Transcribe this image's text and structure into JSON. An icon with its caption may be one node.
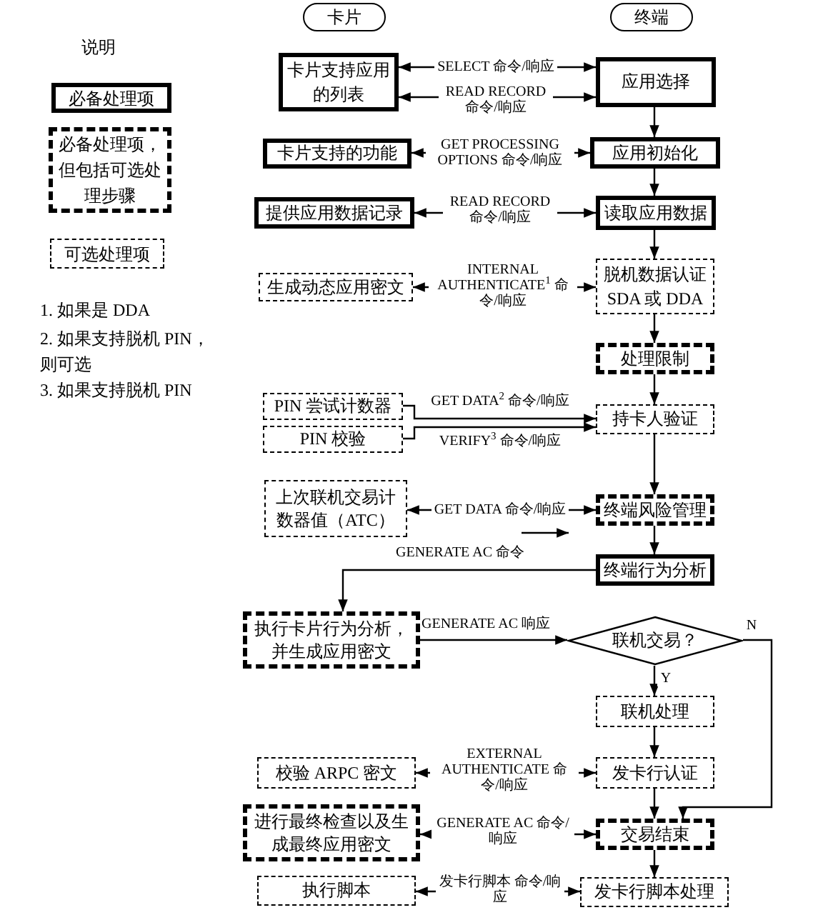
{
  "diagram": {
    "nodes": [
      {
        "text": [
          "卡片"
        ]
      },
      {
        "text": [
          "终端"
        ]
      },
      {
        "text": [
          "卡片支持应用的列表"
        ]
      },
      {
        "text": [
          "应用选择"
        ]
      },
      {
        "text": [
          "卡片支持的功能"
        ]
      },
      {
        "text": [
          "应用初始化"
        ]
      },
      {
        "text": [
          "提供应用数据记录"
        ]
      },
      {
        "text": [
          "读取应用数据"
        ]
      },
      {
        "text": [
          "生成动态应用密文"
        ]
      },
      {
        "text": [
          "脱机数据认证 SDA 或 DDA"
        ]
      },
      {
        "text": [
          "处理限制"
        ]
      },
      {
        "text": [
          "PIN 尝试计数器"
        ]
      },
      {
        "text": [
          "PIN 校验"
        ]
      },
      {
        "text": [
          "持卡人验证"
        ]
      },
      {
        "text": [
          "上次联机交易计数器值（ATC）"
        ]
      },
      {
        "text": [
          "终端风险管理"
        ]
      },
      {
        "text": [
          "终端行为分析"
        ]
      },
      {
        "text": [
          "执行卡片行为分析，并生成应用密文"
        ]
      },
      {
        "text": [
          "联机交易？"
        ]
      },
      {
        "text": [
          "联机处理"
        ]
      },
      {
        "text": [
          "校验 ARPC 密文"
        ]
      },
      {
        "text": [
          "发卡行认证"
        ]
      },
      {
        "text": [
          "进行最终检查以及生成最终应用密文"
        ]
      },
      {
        "text": [
          "交易结束"
        ]
      },
      {
        "text": [
          "执行脚本"
        ]
      },
      {
        "text": [
          "发卡行脚本处理"
        ]
      }
    ],
    "edges": [
      {
        "from": 3,
        "to": 2,
        "arrow": "both",
        "label": "SELECT 命令/响应"
      },
      {
        "from": 3,
        "to": 2,
        "arrow": "both",
        "label": "READ RECORD 命令/响应"
      },
      {
        "from": 5,
        "to": 4,
        "arrow": "both",
        "label": "GET PROCESSING OPTIONS 命令/响应"
      },
      {
        "from": 7,
        "to": 6,
        "arrow": "both",
        "label": "READ RECORD 命令/响应"
      },
      {
        "from": 9,
        "to": 8,
        "arrow": "both",
        "label": "INTERNAL AUTHENTICATE$^{1}$ 命令/响应"
      },
      {
        "from": 11,
        "to": 13,
        "arrow": "to",
        "label": "GET DATA$^{2}$ 命令/响应"
      },
      {
        "from": 12,
        "to": 13,
        "arrow": "to",
        "label": "VERIFY$^{3}$ 命令/响应"
      },
      {
        "from": 15,
        "to": 14,
        "arrow": "both",
        "label": "GET DATA 命令/响应"
      },
      {
        "from": 16,
        "to": 17,
        "arrow": "to",
        "label": "GENERATE AC 命令"
      },
      {
        "from": 17,
        "to": 18,
        "arrow": "to",
        "label": "GENERATE AC 响应"
      },
      {
        "from": 18,
        "to": 19,
        "arrow": "to",
        "label": "Y"
      },
      {
        "from": 18,
        "to": 23,
        "arrow": "to",
        "label": "N"
      },
      {
        "from": 21,
        "to": 20,
        "arrow": "both",
        "label": "EXTERNAL AUTHENTICATE 命令/响应"
      },
      {
        "from": 23,
        "to": 22,
        "arrow": "both",
        "label": "GENERATE AC 命令/响应"
      },
      {
        "from": 25,
        "to": 24,
        "arrow": "both",
        "label": "发卡行脚本 命令/响应"
      },
      {
        "from": 3,
        "to": 5,
        "arrow": "to"
      },
      {
        "from": 5,
        "to": 7,
        "arrow": "to"
      },
      {
        "from": 7,
        "to": 9,
        "arrow": "to"
      },
      {
        "from": 9,
        "to": 10,
        "arrow": "to"
      },
      {
        "from": 10,
        "to": 13,
        "arrow": "to"
      },
      {
        "from": 13,
        "to": 15,
        "arrow": "to"
      },
      {
        "from": 15,
        "to": 16,
        "arrow": "to"
      },
      {
        "from": 19,
        "to": 21,
        "arrow": "to"
      },
      {
        "from": 21,
        "to": 23,
        "arrow": "to"
      },
      {
        "from": 23,
        "to": 25,
        "arrow": "to"
      }
    ],
    "labels": [
      "说明",
      "1. 如果是 DDA",
      "2. 如果支持脱机 PIN，则可选",
      "3. 如果支持脱机 PIN"
    ],
    "legend": [
      {
        "text": "必备处理项"
      },
      {
        "text": "必备处理项，但包括可选处理步骤"
      },
      {
        "text": "可选处理项"
      }
    ]
  }
}
